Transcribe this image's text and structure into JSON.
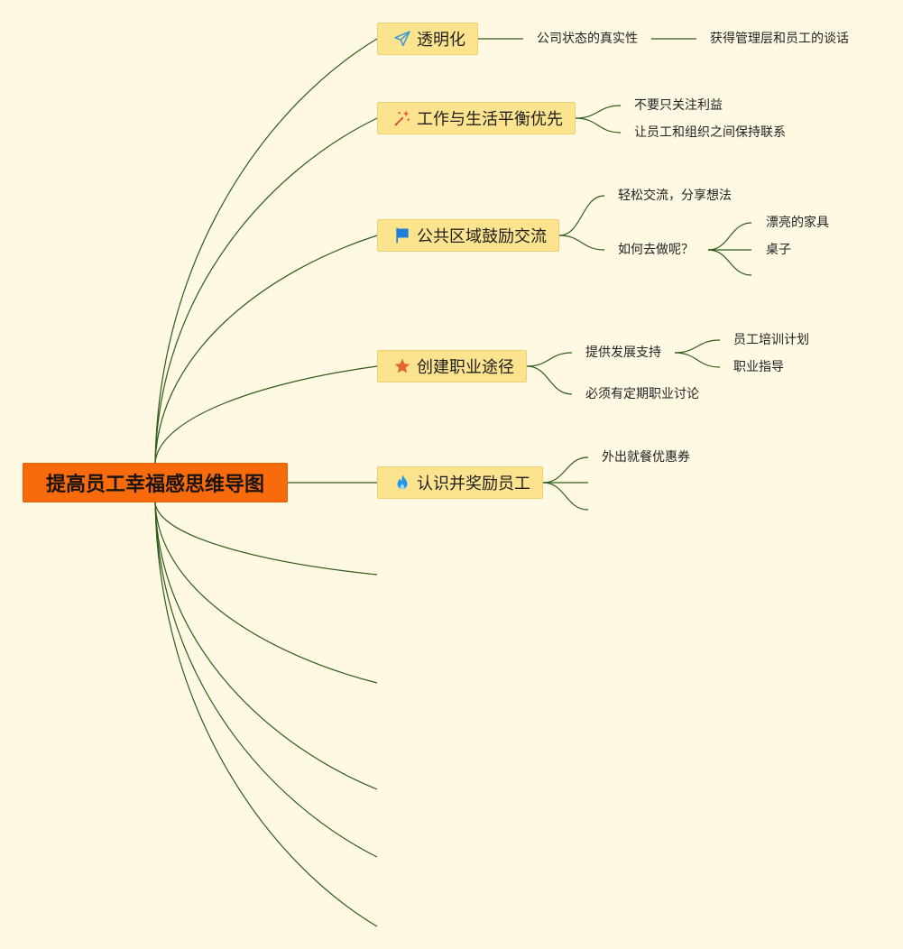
{
  "colors": {
    "background": "#fff8e3",
    "root_fill": "#f76b0c",
    "topic_fill": "#fce38d",
    "topic_border": "#efcf72",
    "connector": "#2f5c1b"
  },
  "root": {
    "label": "提高员工幸福感思维导图"
  },
  "branches": [
    {
      "label": "透明化",
      "icon": "paper-plane-icon",
      "icon_color": "#3d9ad6",
      "children": [
        {
          "label": "公司状态的真实性",
          "children": [
            {
              "label": "获得管理层和员工的谈话"
            }
          ]
        }
      ]
    },
    {
      "label": "工作与生活平衡优先",
      "icon": "magic-wand-icon",
      "icon_color": "#e2473a",
      "children": [
        {
          "label": "不要只关注利益"
        },
        {
          "label": "让员工和组织之间保持联系"
        }
      ]
    },
    {
      "label": "公共区域鼓励交流",
      "icon": "flag-icon",
      "icon_color": "#1f7fd8",
      "children": [
        {
          "label": "轻松交流，分享想法"
        },
        {
          "label": "如何去做呢？",
          "children": [
            {
              "label": "漂亮的家具"
            },
            {
              "label": "桌子"
            }
          ]
        }
      ]
    },
    {
      "label": "创建职业途径",
      "icon": "star-icon",
      "icon_color": "#e4662f",
      "children": [
        {
          "label": "提供发展支持",
          "children": [
            {
              "label": "员工培训计划"
            },
            {
              "label": "职业指导"
            }
          ]
        },
        {
          "label": "必须有定期职业讨论"
        }
      ]
    },
    {
      "label": "认识并奖励员工",
      "icon": "fire-icon",
      "icon_color": "#2196f3",
      "children": [
        {
          "label": "外出就餐优惠券"
        }
      ]
    }
  ]
}
